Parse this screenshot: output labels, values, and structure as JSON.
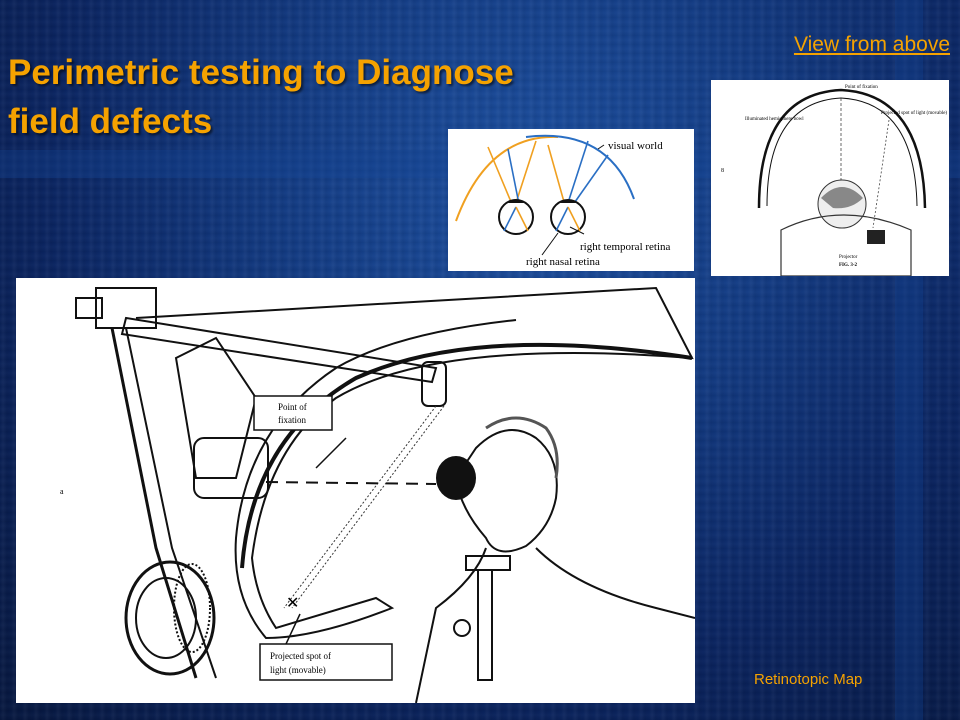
{
  "slide": {
    "title_line1": "Perimetric testing to Diagnose",
    "title_line2": "field defects",
    "view_link": "View from above",
    "footer": "Retinotopic Map"
  },
  "eye_diagram": {
    "visual_world": "visual world",
    "right_temporal_retina": "right temporal retina",
    "right_nasal_retina": "right nasal retina"
  },
  "top_view_diagram": {
    "label_fixation": "Point of fixation",
    "label_bowl": "Illuminated hemisphere bowl",
    "label_projected": "Projected spot of light (movable)",
    "label_projector": "Projector",
    "fig_caption": "FIG. 3-2"
  },
  "perimeter_diagram": {
    "label_fixation_line1": "Point of",
    "label_fixation_line2": "fixation",
    "label_projected_line1": "Projected spot of",
    "label_projected_line2": "light (movable)"
  },
  "colors": {
    "accent": "#f5a200",
    "eye_ray_blue": "#2a6fc4",
    "eye_ray_orange": "#f0a020"
  }
}
